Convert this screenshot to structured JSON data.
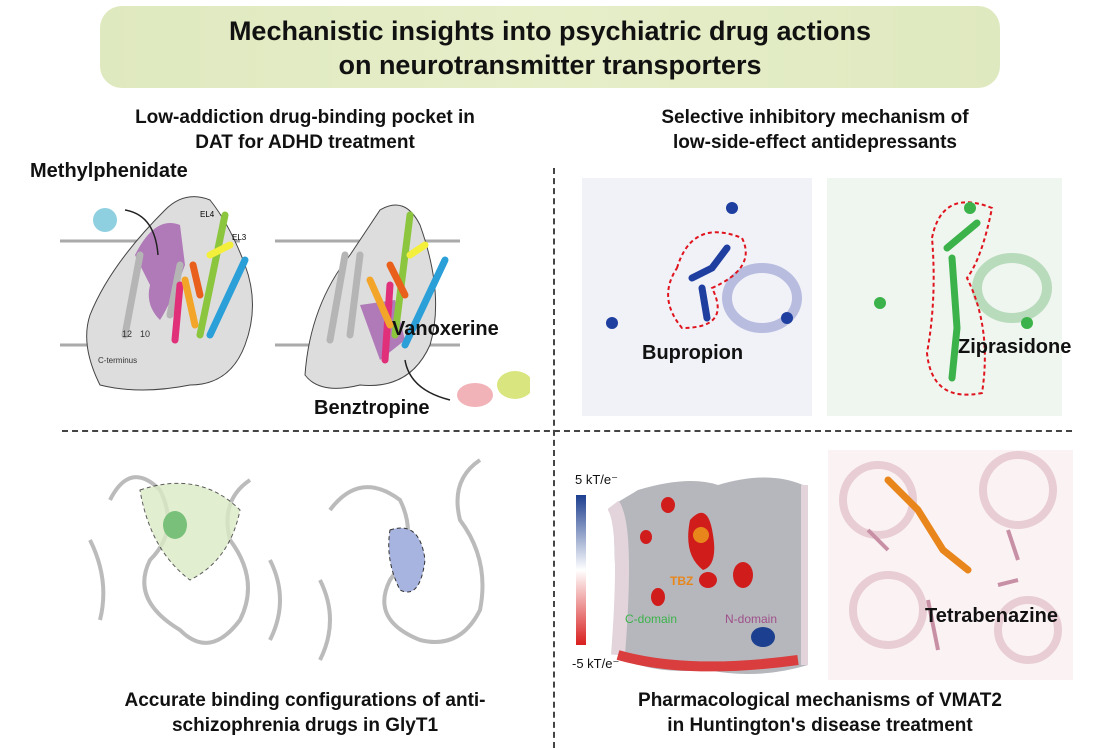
{
  "title": {
    "line1": "Mechanistic insights into psychiatric drug actions",
    "line2": "on neurotransmitter transporters"
  },
  "panels": {
    "dat": {
      "heading1": "Low-addiction drug-binding pocket in",
      "heading2": "DAT for ADHD treatment",
      "drug1": "Methylphenidate",
      "drug2": "Vanoxerine",
      "drug3": "Benztropine",
      "tags": {
        "el4": "EL4",
        "el3": "EL3",
        "tm12": "12",
        "tm10": "10",
        "cterm": "C-terminus"
      }
    },
    "antidep": {
      "heading1": "Selective inhibitory mechanism of",
      "heading2": "low-side-effect antidepressants",
      "drug1": "Bupropion",
      "drug2": "Ziprasidone"
    },
    "glyt1": {
      "heading1": "Accurate binding configurations of anti-",
      "heading2": "schizophrenia drugs in GlyT1"
    },
    "vmat2": {
      "heading1": "Pharmacological mechanisms of VMAT2",
      "heading2": "in Huntington's disease treatment",
      "scale_max": "5 kT/e⁻",
      "scale_min": "-5 kT/e⁻",
      "tbz": "TBZ",
      "cdomain": "C-domain",
      "ndomain": "N-domain",
      "drug": "Tetrabenazine"
    }
  },
  "colors": {
    "banner": "#dfe9bf",
    "dat_pocket": "#a768b0",
    "bupropion": "#1f3fa0",
    "ziprasidone": "#3cb34a",
    "highlight_dash": "#e0141e",
    "tbz": "#e8861c"
  }
}
